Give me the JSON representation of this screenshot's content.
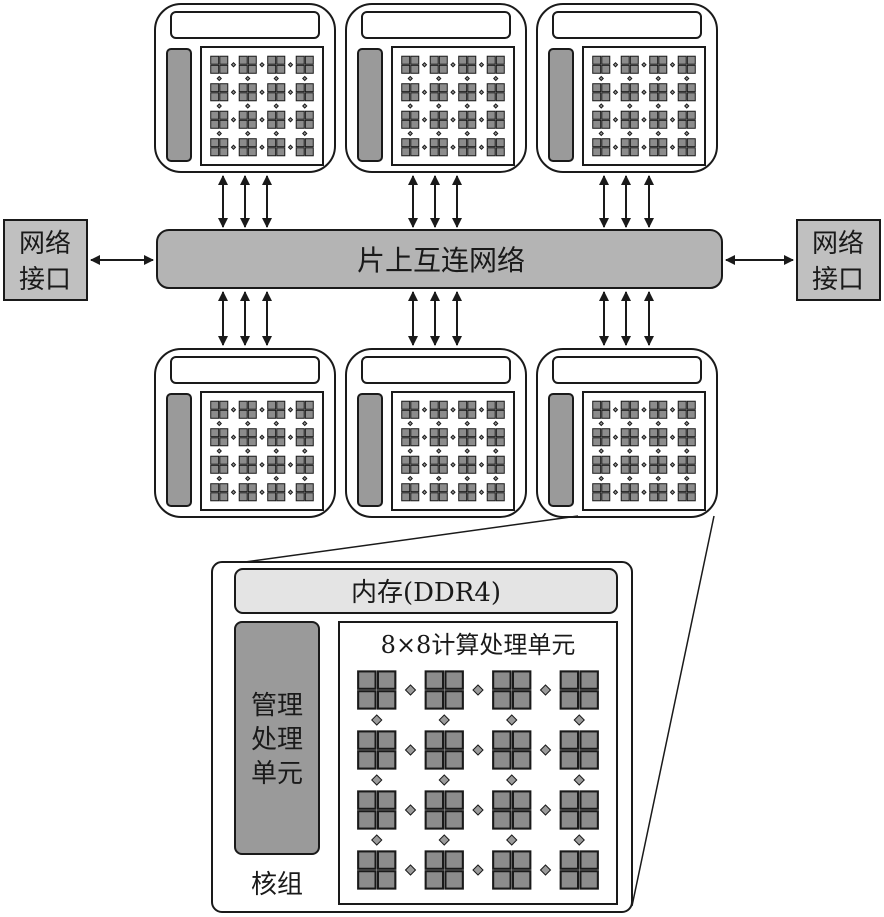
{
  "network": {
    "label": "片上互连网络"
  },
  "interfaces": {
    "left": {
      "line1": "网络",
      "line2": "接口"
    },
    "right": {
      "line1": "网络",
      "line2": "接口"
    }
  },
  "detail": {
    "memory_label": "内存(DDR4)",
    "cpe_label": "8×8计算处理单元",
    "mpe": {
      "line1": "管理",
      "line2": "处理",
      "line3": "单元"
    },
    "core_group_label": "核组"
  },
  "colors": {
    "stroke": "#1a1a1a",
    "network_fill": "#b4b4b4",
    "mpe_fill": "#9a9a9a",
    "memory_fill": "#e4e4e4",
    "cpe_square_fill": "#8c8c8c",
    "interface_fill": "#c0c0c0",
    "background": "#ffffff"
  }
}
